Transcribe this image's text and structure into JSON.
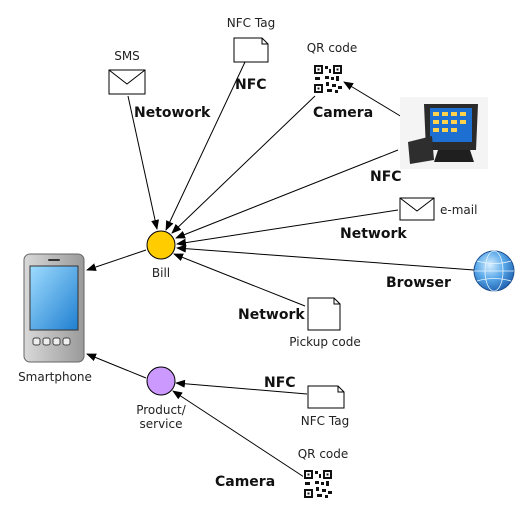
{
  "nodes": {
    "smartphone": "Smartphone",
    "bill": "Bill",
    "product_line1": "Product/",
    "product_line2": "service",
    "sms": "SMS",
    "nfc_tag_top": "NFC Tag",
    "qr_top": "QR code",
    "email": "e-mail",
    "pickup": "Pickup code",
    "nfc_tag_bottom": "NFC Tag",
    "qr_bottom": "QR code"
  },
  "edges": {
    "sms_bill": "Netowork",
    "nfc_bill": "NFC",
    "camera_bill": "Camera",
    "pos_bill": "NFC",
    "email_bill": "Network",
    "browser_bill": "Browser",
    "pickup_bill": "Network",
    "nfc_product": "NFC",
    "camera_product": "Camera"
  },
  "colors": {
    "bill_node": "#ffcc00",
    "product_node": "#cc99ff",
    "edge_line": "#000000",
    "globe": "#3d8fe0"
  },
  "icons": [
    "smartphone-icon",
    "envelope-icon",
    "document-icon",
    "qr-code-icon",
    "pos-terminal-icon",
    "globe-icon"
  ]
}
